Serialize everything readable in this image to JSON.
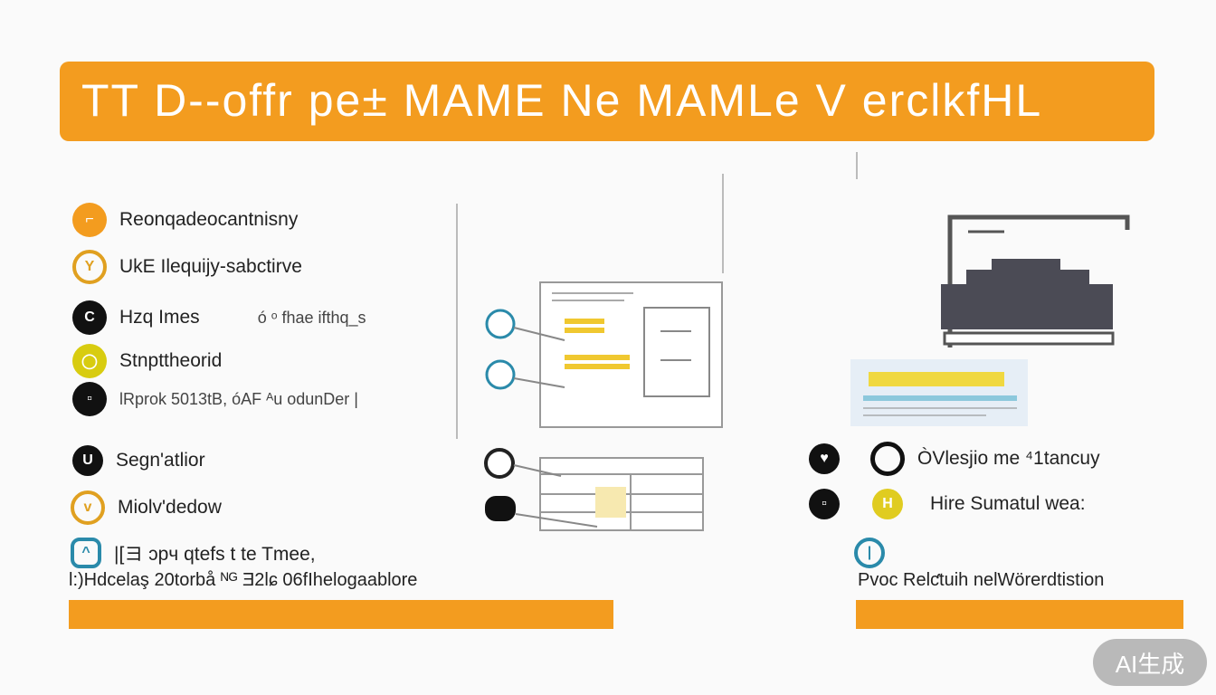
{
  "header": {
    "title": "TT D--offr pe± MAME Ne MAMLe V erclkfHL"
  },
  "left_list": [
    {
      "label": "Reonqadeocantnisny",
      "icon": "square-corner-icon",
      "color": "#f39c1f"
    },
    {
      "label": "UkE Ilequijy-sabctirve",
      "icon": "y-ring-icon",
      "color": "#e0a020"
    },
    {
      "label": "Hzq Imes",
      "extra": "ó ᵒ fhae ifthq_s",
      "icon": "c-icon",
      "color": "#111111"
    },
    {
      "label": "Stnpttheorid",
      "icon": "ring-icon",
      "color": "#d8cc10"
    },
    {
      "label": "lRprok 5013tB, óAF ᴬu odunDer |",
      "icon": "square-icon",
      "color": "#111111"
    },
    {
      "label": "Segn'atlior",
      "icon": "u-icon",
      "color": "#111111"
    },
    {
      "label": "Miolv'dedow",
      "icon": "check-ring-icon",
      "color": "#e0a020"
    },
    {
      "label": "|[ヨ ɔpч qtefs t te Tmee,",
      "icon": "chart-icon",
      "color": "#2a8aaa"
    }
  ],
  "left_footer": "l:)Hdcelaş 20torbå ᴺᴳ Ǝ2lɕ 06fIhelogaablore",
  "right_list": [
    {
      "label": "ÒVlesjio me ⁴1tancuy",
      "icon_a": "heart-icon",
      "icon_b": "ring-icon"
    },
    {
      "label": "Hire Sumatul wea:",
      "icon_a": "square-icon",
      "icon_b": "h-icon"
    }
  ],
  "right_footer": "Pvoc Relƈtuih nelWörerdtistion",
  "badge": "AI生成",
  "colors": {
    "accent": "#f39c1f",
    "yellow": "#f0c830",
    "teal": "#2a8aaa"
  }
}
